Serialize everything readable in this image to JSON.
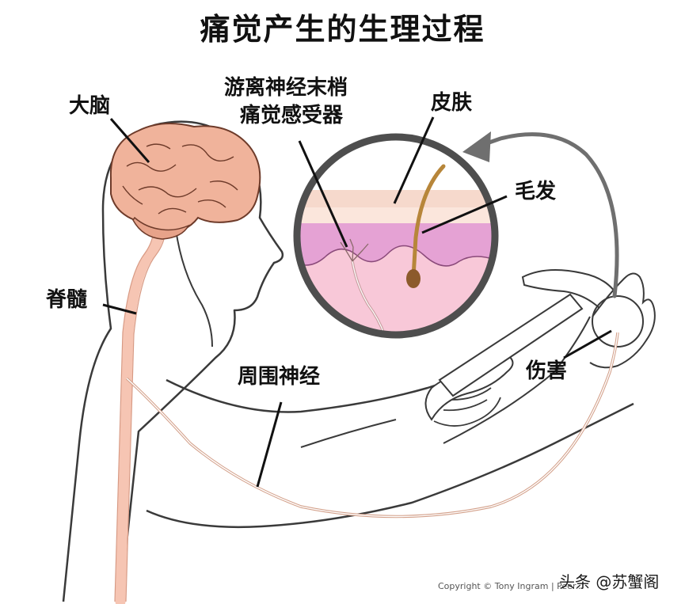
{
  "title": "痛觉产生的生理过程",
  "labels": {
    "brain": "大脑",
    "free_nerve_ending_line1": "游离神经末梢",
    "free_nerve_ending_line2": "痛觉感受器",
    "skin": "皮肤",
    "hair": "毛发",
    "spinal_cord": "脊髓",
    "peripheral_nerve": "周围神经",
    "injury": "伤害"
  },
  "copyright": "Copyright © Tony Ingram | Peer...",
  "watermark": "头条 @苏蟹阁",
  "colors": {
    "brain": "#f0b39b",
    "brain_outline": "#6e3b2a",
    "spinal_cord": "#f6c5b3",
    "skin_layer": "#f6d9cc",
    "dermis": "#e5a2d4",
    "tissue": "#f8c8d8",
    "hair": "#b7863a",
    "hair_bulb": "#8c5a2c",
    "circle_border": "#4e4e4e",
    "arrow": "#6f6f6f",
    "body_outline": "#3a3a3a"
  }
}
